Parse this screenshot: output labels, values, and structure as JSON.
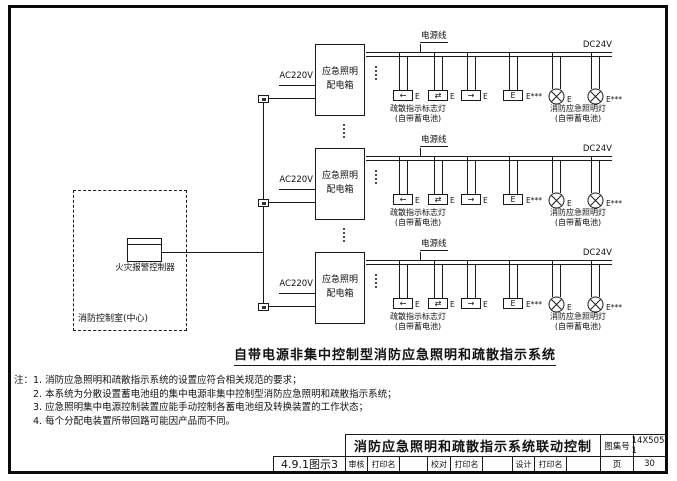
{
  "colors": {
    "line": "#1a1a1a",
    "background": "#ffffff"
  },
  "diagram": {
    "caption": "自带电源非集中控制型消防应急照明和疏散指示系统",
    "control_room": {
      "room_label": "消防控制室(中心)",
      "controller_label": "火灾报警控制器"
    },
    "branches": [
      {
        "ac_label": "AC220V",
        "box_label_1": "应急照明",
        "box_label_2": "配电箱",
        "power_line_label": "电源线",
        "dc_label": "DC24V",
        "sign_glyphs": [
          "←",
          "⇄",
          "→",
          "E"
        ],
        "sign_e": [
          "E",
          "E",
          "E",
          "E***"
        ],
        "lamp_e": [
          "E",
          "E***"
        ],
        "sign_caption_1": "疏散指示标志灯",
        "sign_caption_2": "(自带蓄电池)",
        "lamp_caption_1": "消防应急照明灯",
        "lamp_caption_2": "(自带蓄电池)"
      },
      {
        "ac_label": "AC220V",
        "box_label_1": "应急照明",
        "box_label_2": "配电箱",
        "power_line_label": "电源线",
        "dc_label": "DC24V",
        "sign_glyphs": [
          "←",
          "⇄",
          "→",
          "E"
        ],
        "sign_e": [
          "E",
          "E",
          "E",
          "E***"
        ],
        "lamp_e": [
          "E",
          "E***"
        ],
        "sign_caption_1": "疏散指示标志灯",
        "sign_caption_2": "(自带蓄电池)",
        "lamp_caption_1": "消防应急照明灯",
        "lamp_caption_2": "(自带蓄电池)"
      },
      {
        "ac_label": "AC220V",
        "box_label_1": "应急照明",
        "box_label_2": "配电箱",
        "power_line_label": "电源线",
        "dc_label": "DC24V",
        "sign_glyphs": [
          "←",
          "⇄",
          "→",
          "E"
        ],
        "sign_e": [
          "E",
          "E",
          "E",
          "E***"
        ],
        "lamp_e": [
          "E",
          "E***"
        ],
        "sign_caption_1": "疏散指示标志灯",
        "sign_caption_2": "(自带蓄电池)",
        "lamp_caption_1": "消防应急照明灯",
        "lamp_caption_2": "(自带蓄电池)"
      }
    ]
  },
  "notes": {
    "prefix": "注：",
    "items": [
      "1. 消防应急照明和疏散指示系统的设置应符合相关规范的要求；",
      "2. 本系统为分散设置蓄电池组的集中电源非集中控制型消防应急照明和疏散指示系统；",
      "3. 应急照明集中电源控制装置应能手动控制各蓄电池组及转换装置的工作状态；",
      "4. 每个分配电装置所带回路可能因产品而不同。"
    ]
  },
  "title_block": {
    "figure_no": "4.9.1图示3",
    "title": "消防应急照明和疏散指示系统联动控制",
    "atlas_label": "图集号",
    "atlas_no": "14X505-1",
    "review_label": "审核",
    "review_name": "打印名",
    "check_label": "校对",
    "check_name": "打印名",
    "design_label": "设计",
    "design_name": "打印名",
    "page_label": "页",
    "page_no": "30"
  }
}
